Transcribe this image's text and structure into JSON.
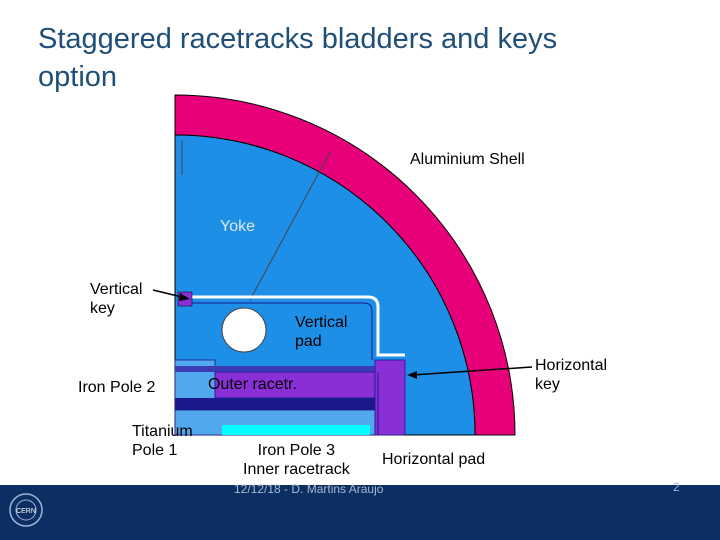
{
  "slide": {
    "title": "Staggered racetracks bladders and keys\noption",
    "footer": "12/12/18 - D. Martins Araujo",
    "page_number": "2",
    "logo_text": "CERN"
  },
  "labels": {
    "aluminium_shell": "Aluminium Shell",
    "yoke": "Yoke",
    "vertical_key": "Vertical\nkey",
    "vertical_pad": "Vertical\npad",
    "horizontal_key": "Horizontal\nkey",
    "iron_pole_2": "Iron Pole 2",
    "outer_racetrack": "Outer racetr.",
    "titanium_pole_1": "Titanium\nPole 1",
    "iron_pole_3": "Iron Pole 3\nInner racetrack",
    "horizontal_pad": "Horizontal pad"
  },
  "colors": {
    "shell": "#e8007a",
    "yoke": "#1e8fe6",
    "purple": "#8a2fd6",
    "dark_blue": "#1a1a8c",
    "cyan": "#00ffff",
    "footer": "#0b2f63"
  }
}
